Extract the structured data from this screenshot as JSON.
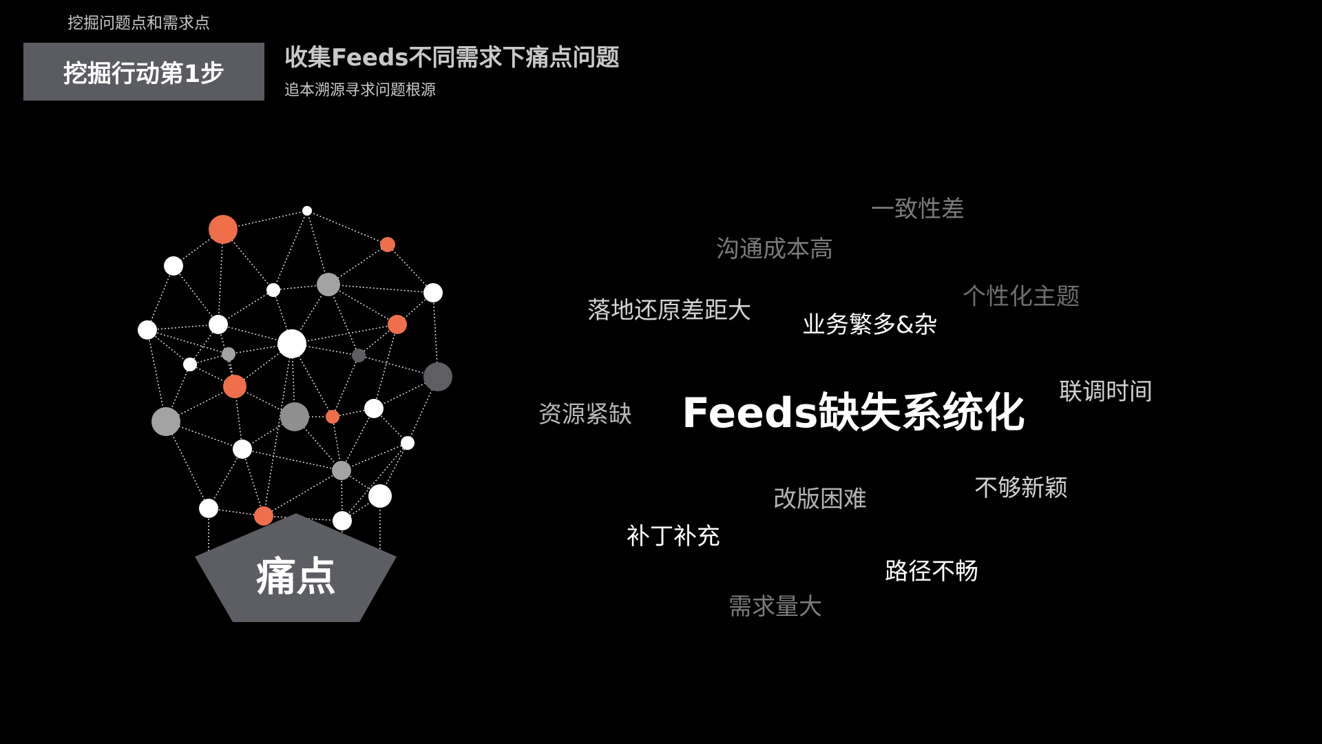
{
  "header": {
    "section_label": "挖掘问题点和需求点",
    "step_label": "挖掘行动第1步",
    "title": "收集Feeds不同需求下痛点问题",
    "subtitle": "追本溯源寻求问题根源"
  },
  "diagram": {
    "base_label": "痛点",
    "colors": {
      "orange": "#ef6f4b",
      "white": "#ffffff",
      "light_gray": "#a3a3a3",
      "gray": "#8f8f8f",
      "dark_gray": "#5f5f63",
      "base_fill": "#5d5e63",
      "edge": "#d8d8d8"
    }
  },
  "word_cloud": {
    "center": "Feeds缺失系统化",
    "words": [
      {
        "text": "一致性差",
        "color": "#7b7b7b"
      },
      {
        "text": "沟通成本高",
        "color": "#7b7b7b"
      },
      {
        "text": "个性化主题",
        "color": "#6f6f6f"
      },
      {
        "text": "落地还原差距大",
        "color": "#d3d3d3"
      },
      {
        "text": "业务繁多&杂",
        "color": "#ffffff"
      },
      {
        "text": "联调时间",
        "color": "#d0d0d0"
      },
      {
        "text": "资源紧缺",
        "color": "#b8b8b8"
      },
      {
        "text": "改版困难",
        "color": "#b5b5b5"
      },
      {
        "text": "不够新颖",
        "color": "#d3d3d3"
      },
      {
        "text": "补丁补充",
        "color": "#ffffff"
      },
      {
        "text": "路径不畅",
        "color": "#ffffff"
      },
      {
        "text": "需求量大",
        "color": "#7b7b7b"
      }
    ]
  }
}
